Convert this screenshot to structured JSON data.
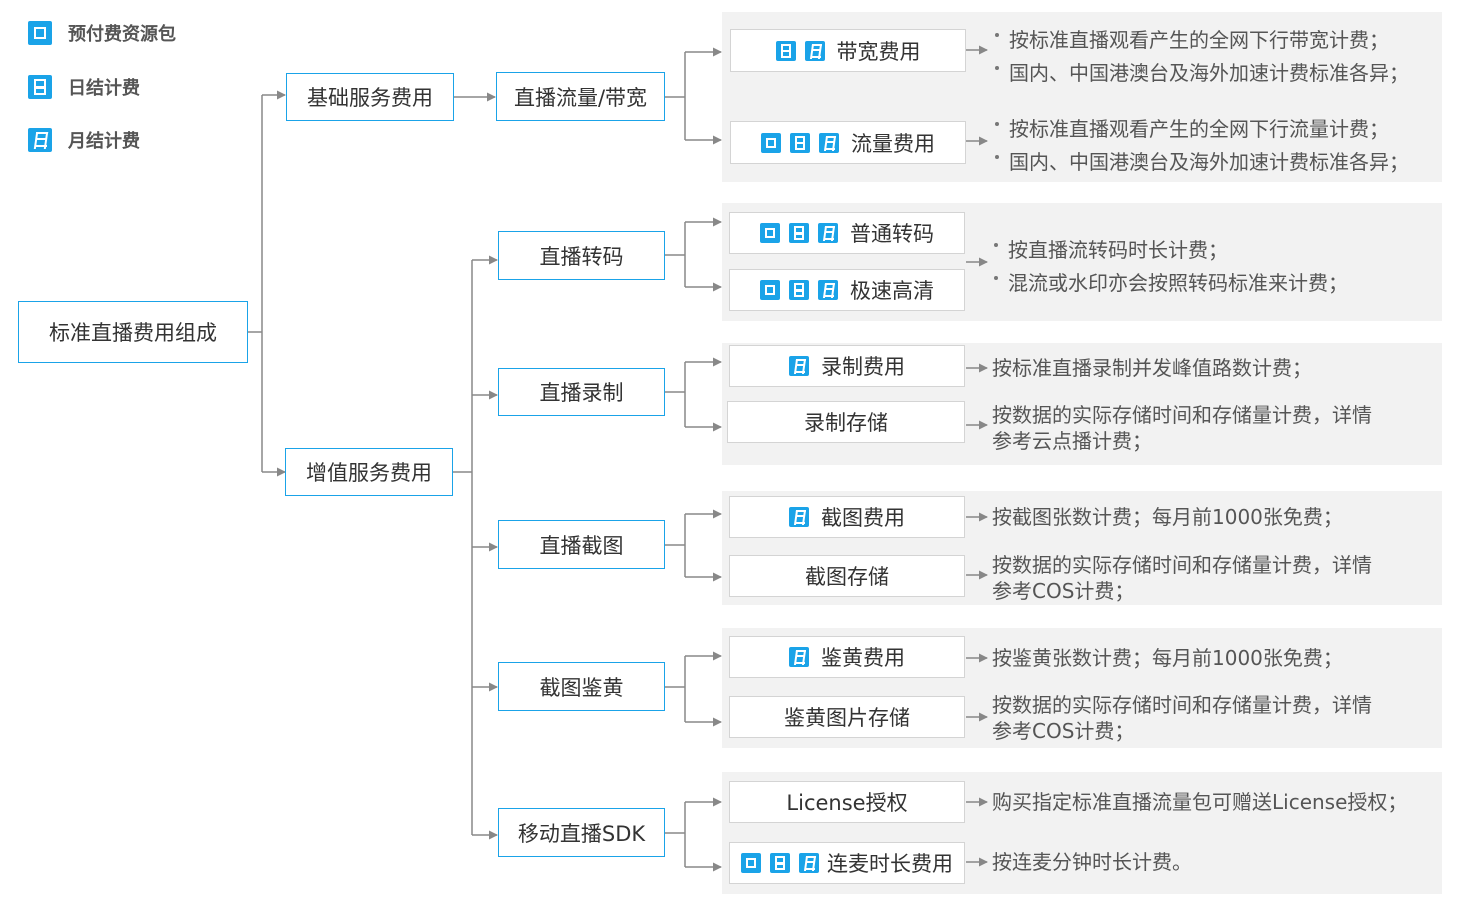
{
  "legend": {
    "prepaid": "预付费资源包",
    "daily": "日结计费",
    "monthly": "月结计费"
  },
  "root": "标准直播费用组成",
  "basic": {
    "label": "基础服务费用",
    "stream": "直播流量/带宽",
    "bandwidth_fee": "带宽费用",
    "traffic_fee": "流量费用",
    "bandwidth_desc": [
      "按标准直播观看产生的全网下行带宽计费；",
      "国内、中国港澳台及海外加速计费标准各异；"
    ],
    "traffic_desc": [
      "按标准直播观看产生的全网下行流量计费；",
      "国内、中国港澳台及海外加速计费标准各异；"
    ]
  },
  "vas": {
    "label": "增值服务费用",
    "transcode": {
      "label": "直播转码",
      "normal": "普通转码",
      "fast": "极速高清",
      "desc": [
        "按直播流转码时长计费；",
        "混流或水印亦会按照转码标准来计费；"
      ]
    },
    "record": {
      "label": "直播录制",
      "fee": "录制费用",
      "storage": "录制存储",
      "fee_desc": "按标准直播录制并发峰值路数计费；",
      "storage_desc": [
        "按数据的实际存储时间和存储量计费，详情",
        "参考云点播计费；"
      ]
    },
    "snapshot": {
      "label": "直播截图",
      "fee": "截图费用",
      "storage": "截图存储",
      "fee_desc": "按截图张数计费；每月前1000张免费；",
      "storage_desc": [
        "按数据的实际存储时间和存储量计费，详情",
        "参考COS计费；"
      ]
    },
    "porn": {
      "label": "截图鉴黄",
      "fee": "鉴黄费用",
      "storage": "鉴黄图片存储",
      "fee_desc": "按鉴黄张数计费；每月前1000张免费；",
      "storage_desc": [
        "按数据的实际存储时间和存储量计费，详情",
        "参考COS计费；"
      ]
    },
    "sdk": {
      "label": "移动直播SDK",
      "license": "License授权",
      "mic": "连麦时长费用",
      "license_desc": "购买指定标准直播流量包可赠送License授权；",
      "mic_desc": "按连麦分钟时长计费。"
    }
  },
  "colors": {
    "accent": "#1aa3e8",
    "connector": "#888888",
    "panel": "#f2f2f2"
  }
}
